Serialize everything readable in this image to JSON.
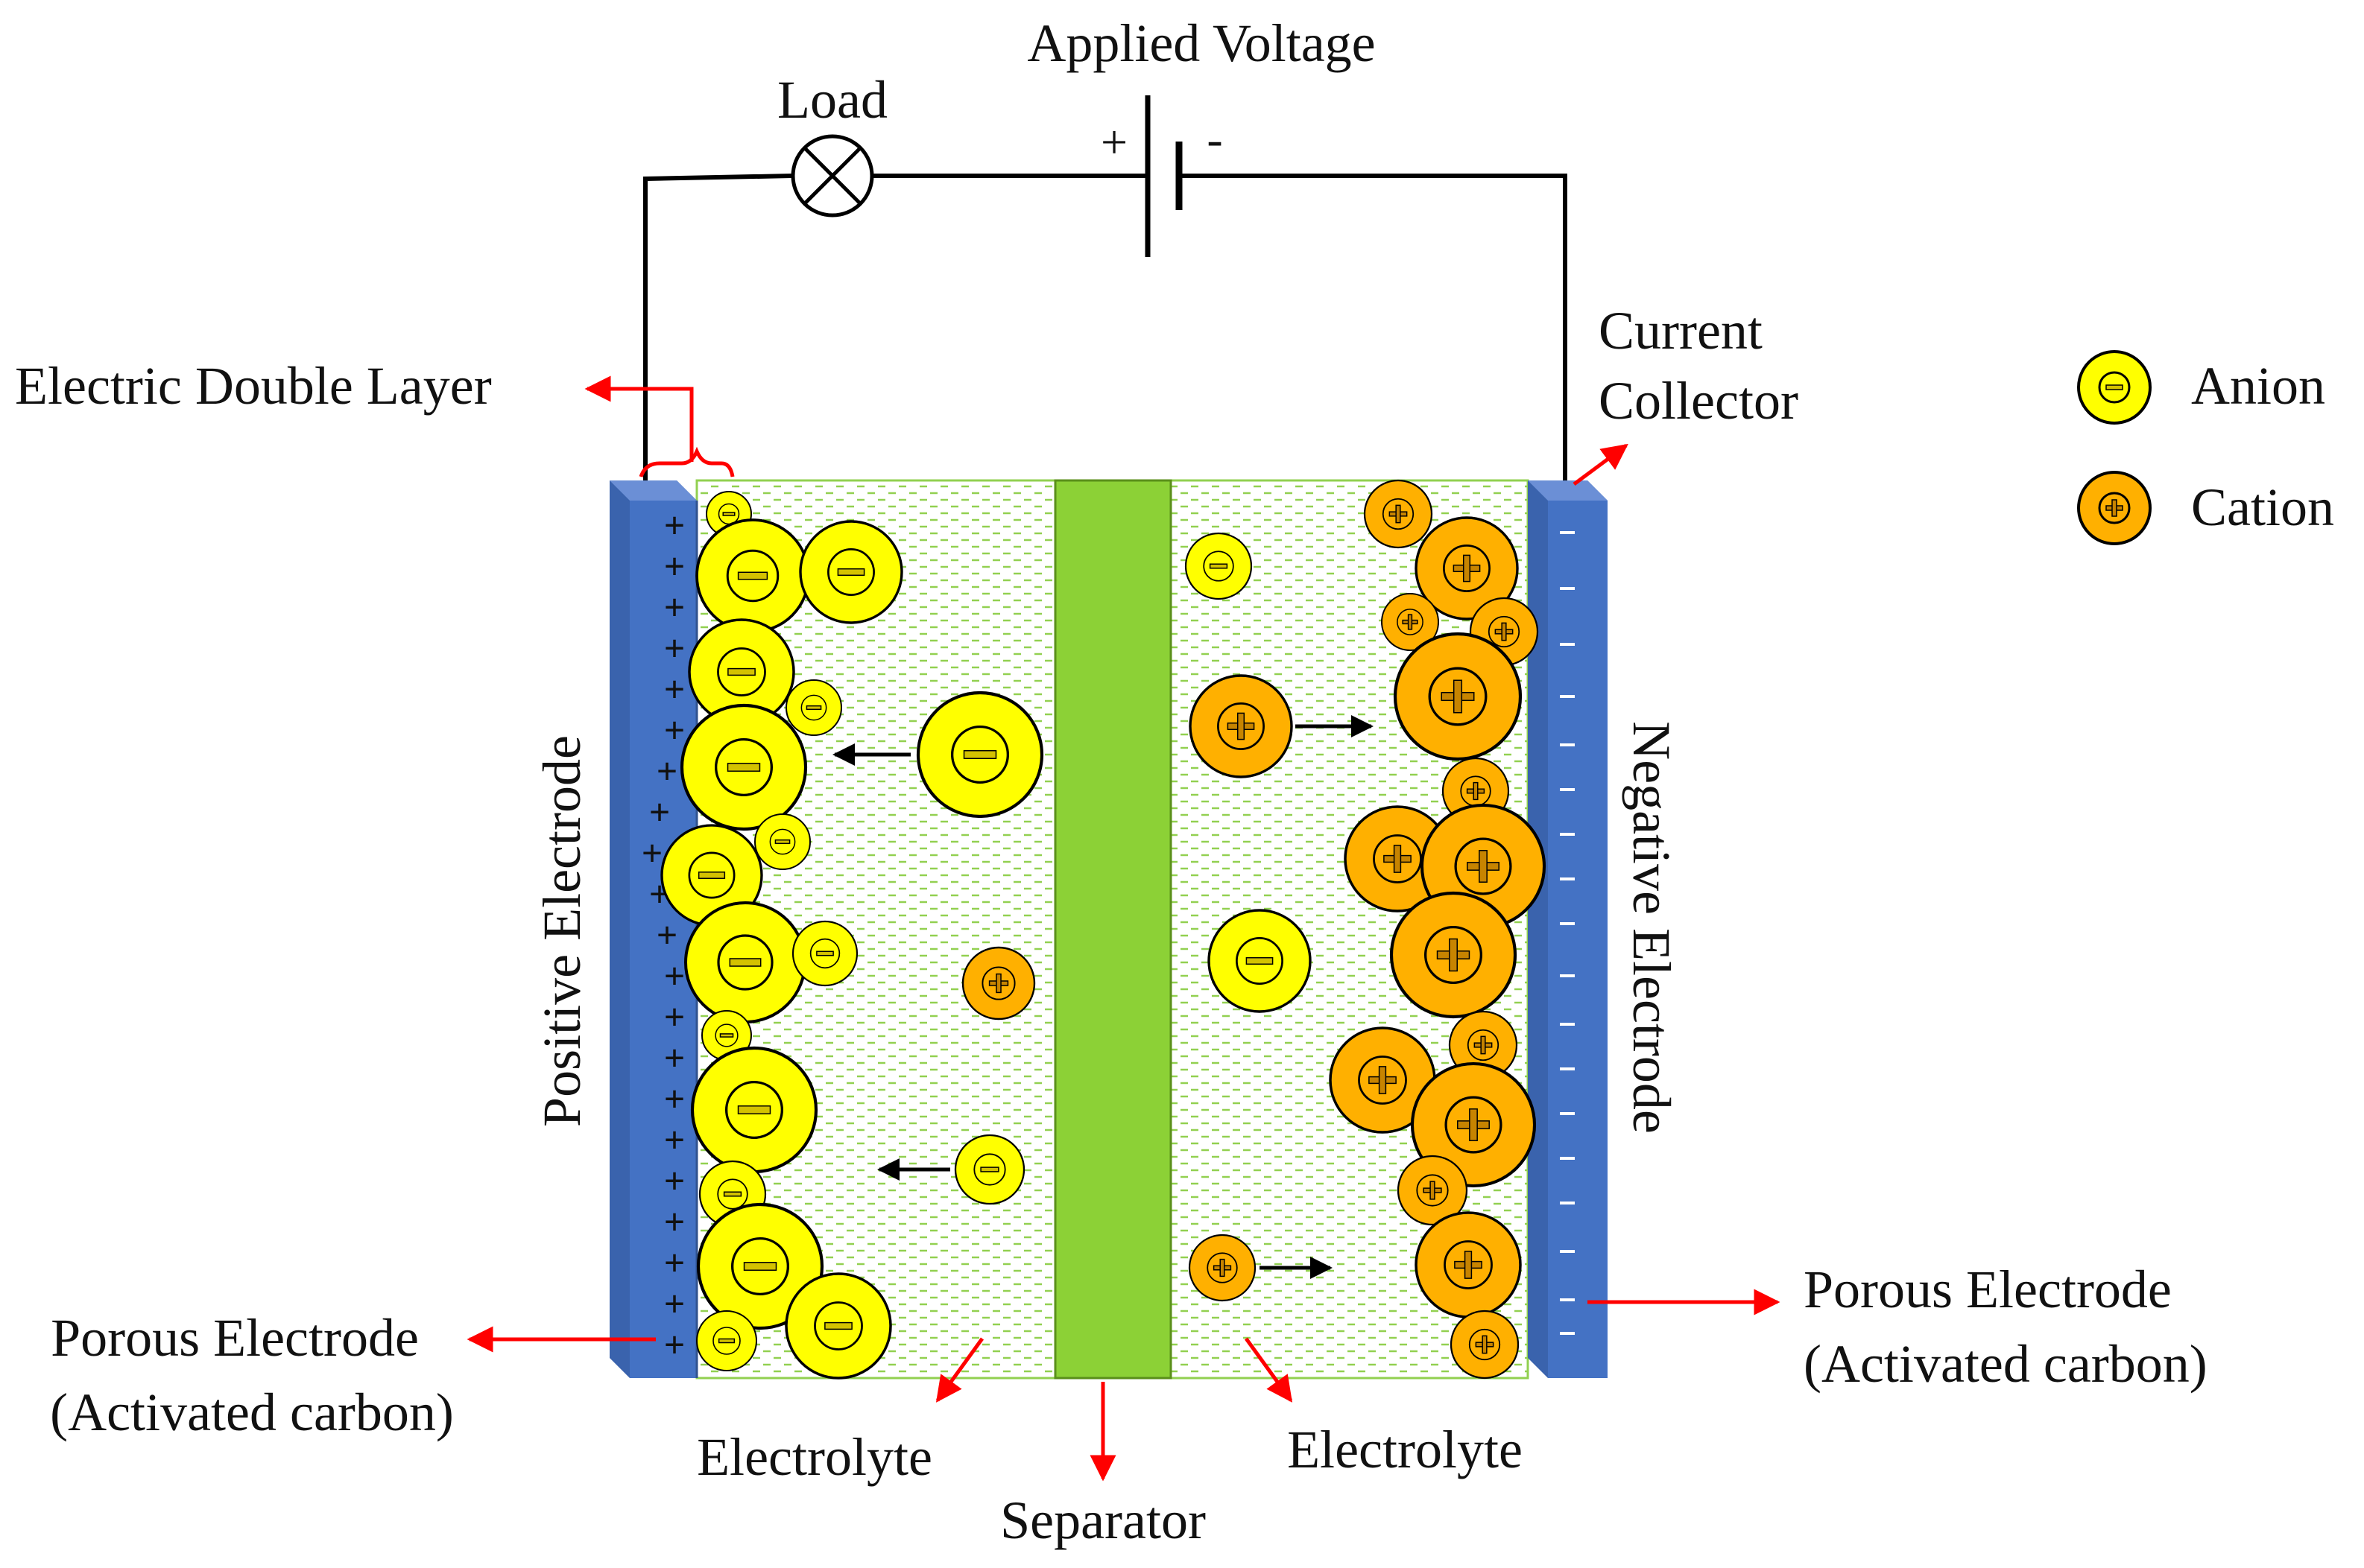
{
  "labels": {
    "applied_voltage": "Applied Voltage",
    "load": "Load",
    "plus": "+",
    "minus": "-",
    "electric_double_layer": "Electric Double Layer",
    "current_collector_line1": "Current",
    "current_collector_line2": "Collector",
    "positive_electrode": "Positive Electrode",
    "negative_electrode": "Negative Electrode",
    "porous_left_line1": "Porous Electrode",
    "porous_left_line2": "(Activated carbon)",
    "porous_right_line1": "Porous Electrode",
    "porous_right_line2": "(Activated carbon)",
    "electrolyte_left": "Electrolyte",
    "electrolyte_right": "Electrolyte",
    "separator": "Separator"
  },
  "legend": {
    "anion": "Anion",
    "cation": "Cation"
  },
  "colors": {
    "anion": "#ffff00",
    "cation": "#ffb000",
    "electrode": "#4472c4",
    "separator": "#8cd136",
    "electrolyte_dash": "#92d050",
    "arrow": "#ff0000"
  },
  "icons": {
    "load": "lamp-cross-icon",
    "battery": "battery-cell-icon"
  }
}
